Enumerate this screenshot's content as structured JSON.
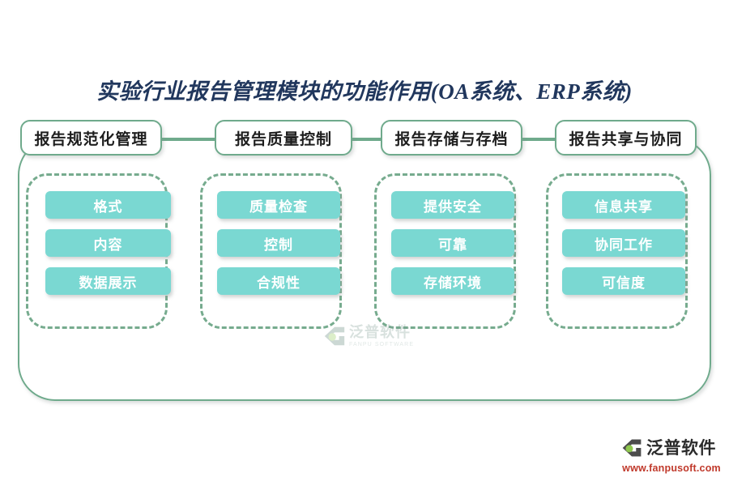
{
  "title": "实验行业报告管理模块的功能作用(OA系统、ERP系统)",
  "colors": {
    "title_text": "#21375d",
    "frame_border": "#6faa8c",
    "dashed_border": "#76ab8e",
    "pill_fill": "#7ad8d2",
    "pill_text": "#ffffff",
    "header_text": "#1d1d1d",
    "logo_url_text": "#c0392b"
  },
  "columns": [
    {
      "header": "报告规范化管理",
      "items": [
        "格式",
        "内容",
        "数据展示"
      ]
    },
    {
      "header": "报告质量控制",
      "items": [
        "质量检查",
        "控制",
        "合规性"
      ]
    },
    {
      "header": "报告存储与存档",
      "items": [
        "提供安全",
        "可靠",
        "存储环境"
      ]
    },
    {
      "header": "报告共享与协同",
      "items": [
        "信息共享",
        "协同工作",
        "可信度"
      ]
    }
  ],
  "center_watermark": {
    "cn": "泛普软件",
    "en": "FANPU SOFTWARE"
  },
  "brand_logo": {
    "cn": "泛普软件",
    "url": "www.fanpusoft.com"
  }
}
